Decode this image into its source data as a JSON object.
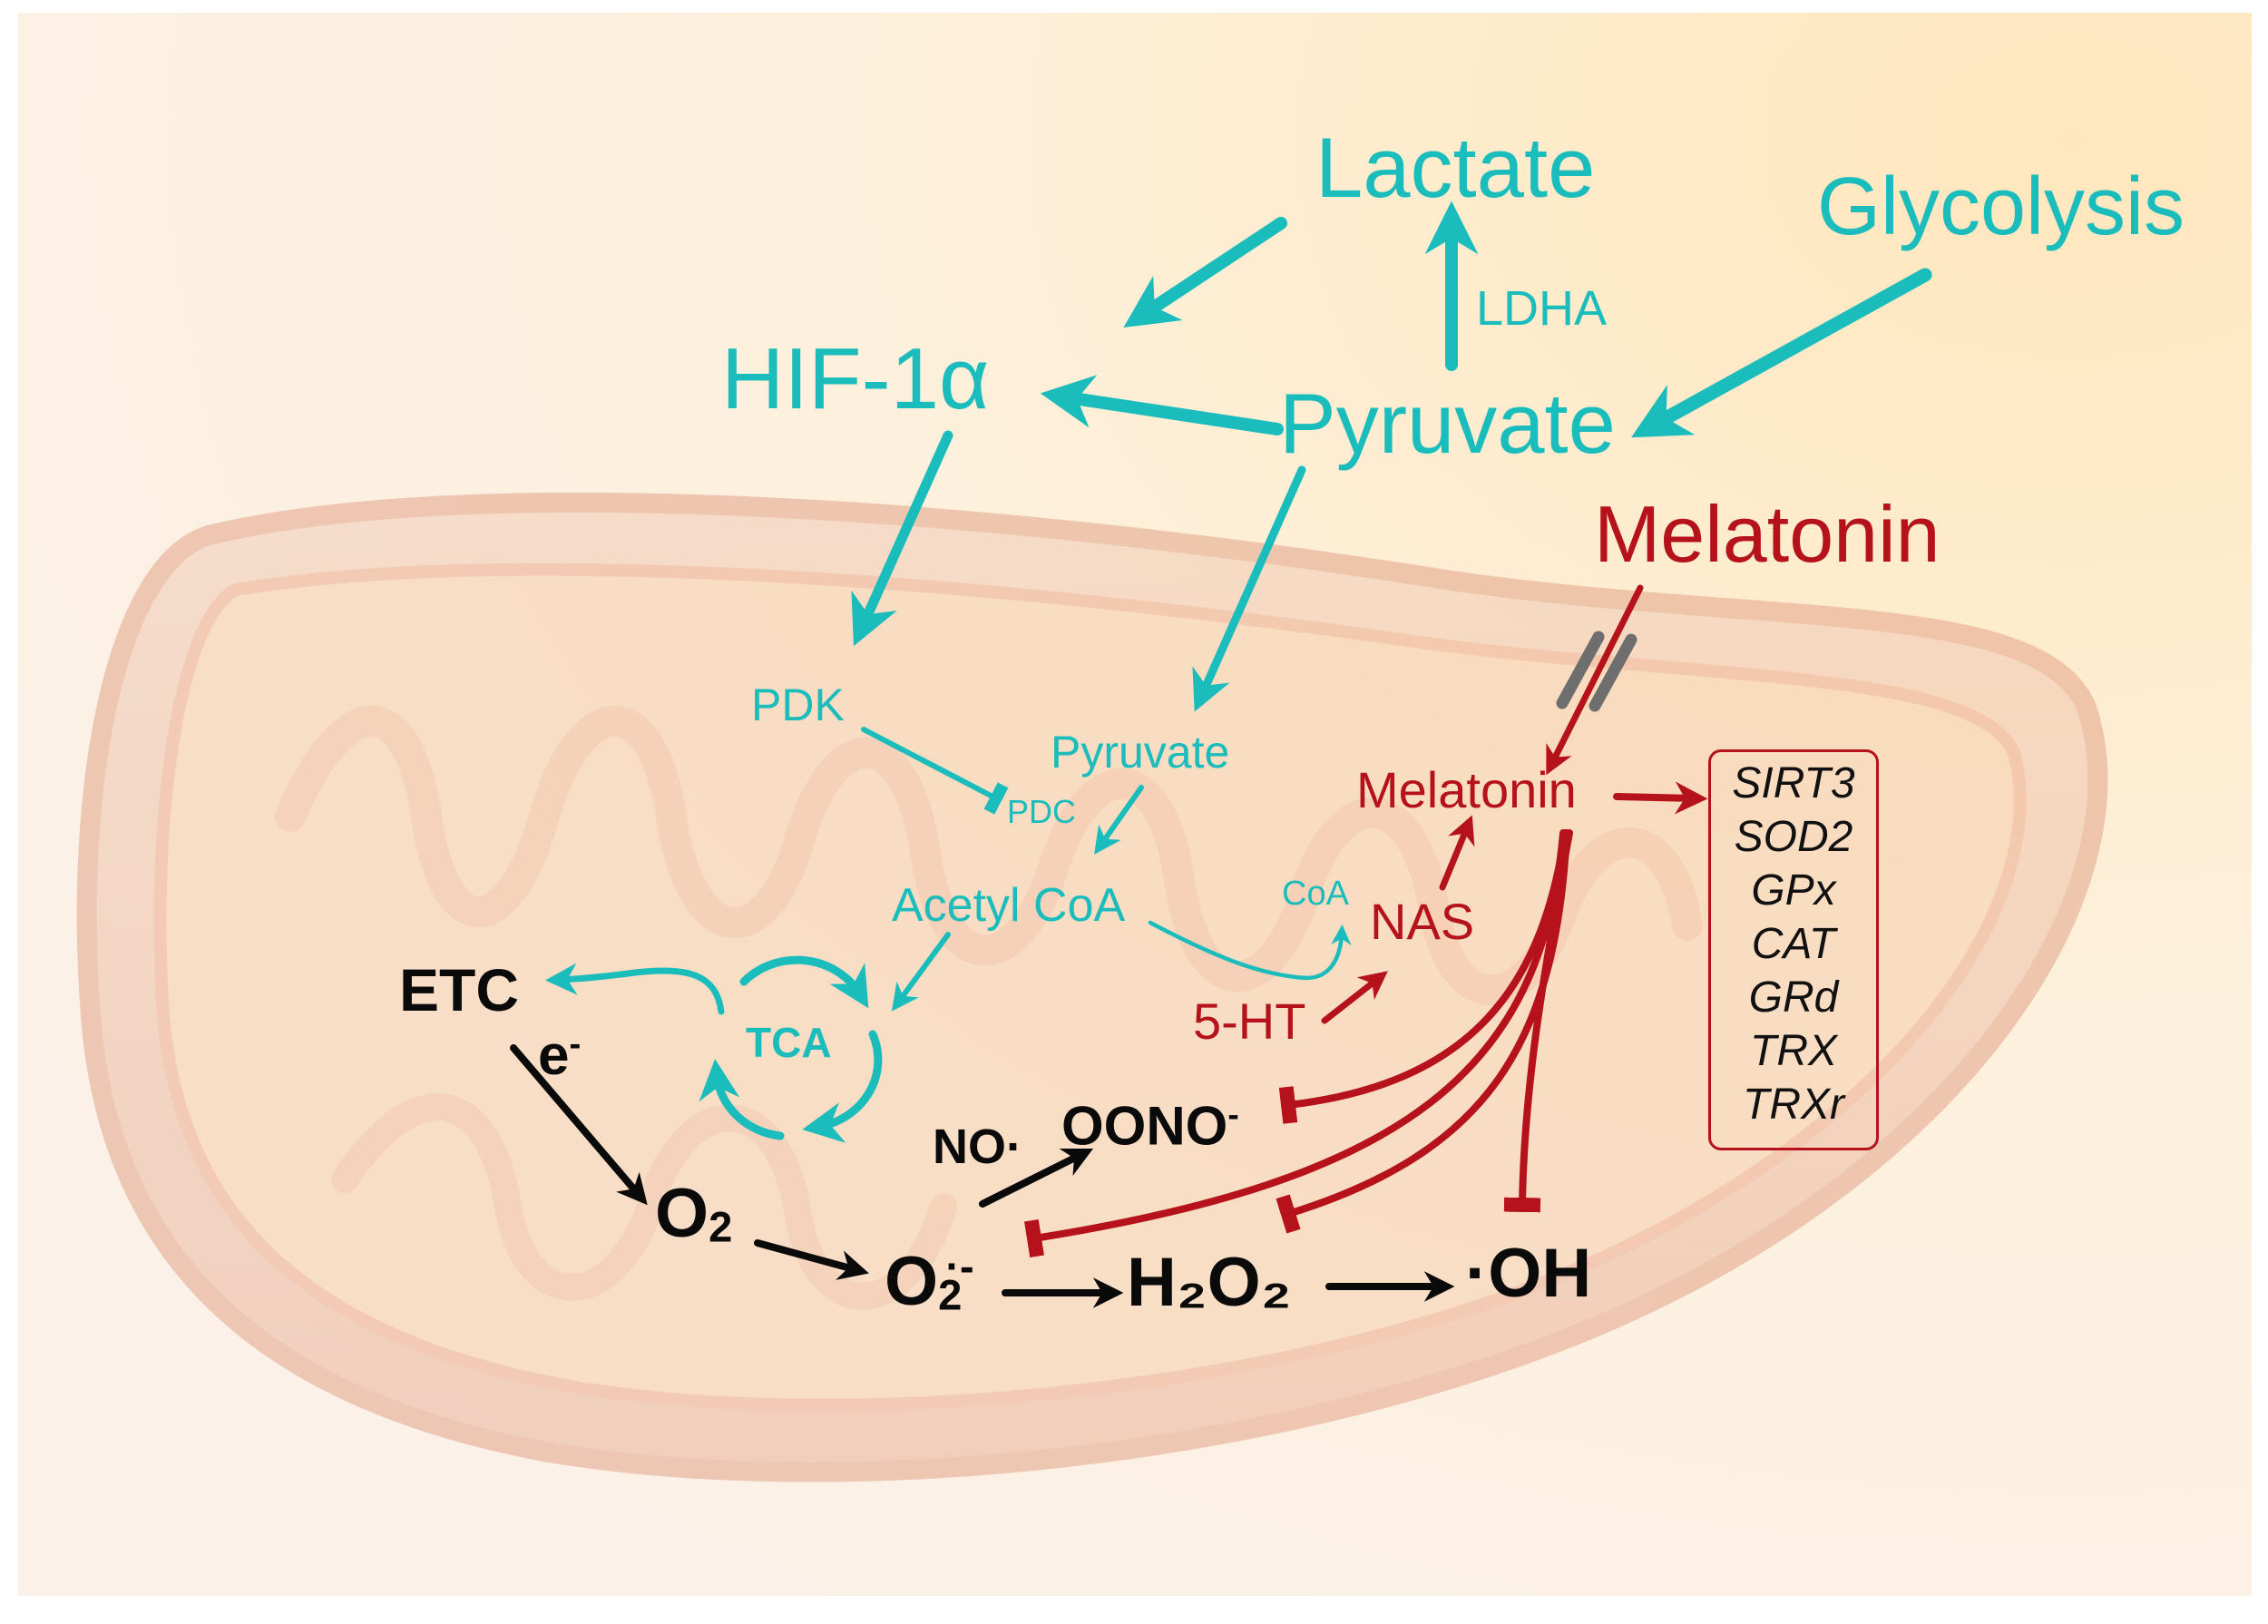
{
  "colors": {
    "pathway_teal": "#1bbcbc",
    "melatonin_red": "#b5121b",
    "ros_black": "#0a0a0a",
    "background_cream": "#fdf2e2",
    "mitochondrion_outer": "#e6b9a0",
    "membrane_channel": "#6e6e6e"
  },
  "cytosol": {
    "lactate": "Lactate",
    "glycolysis": "Glycolysis",
    "hif1a": "HIF-1α",
    "pyruvate": "Pyruvate",
    "ldha": "LDHA",
    "melatonin": "Melatonin"
  },
  "matrix": {
    "pdk": "PDK",
    "pdc": "PDC",
    "pyruvate": "Pyruvate",
    "acetyl_coa": "Acetyl CoA",
    "coa": "CoA",
    "tca": "TCA",
    "etc": "ETC",
    "electron": "e",
    "electron_charge": "-",
    "melatonin": "Melatonin",
    "nas": "NAS",
    "serotonin": "5-HT"
  },
  "ros": {
    "o2": "O",
    "o2_sub": "2",
    "superoxide": "O",
    "superoxide_sub": "2",
    "superoxide_sup": "·-",
    "h2o2": "H₂O₂",
    "hydroxyl": "·OH",
    "no": "NO·",
    "peroxynitrite": "OONO",
    "peroxynitrite_sup": "-"
  },
  "enzymes": [
    "SIRT3",
    "SOD2",
    "GPx",
    "CAT",
    "GRd",
    "TRX",
    "TRXr"
  ]
}
